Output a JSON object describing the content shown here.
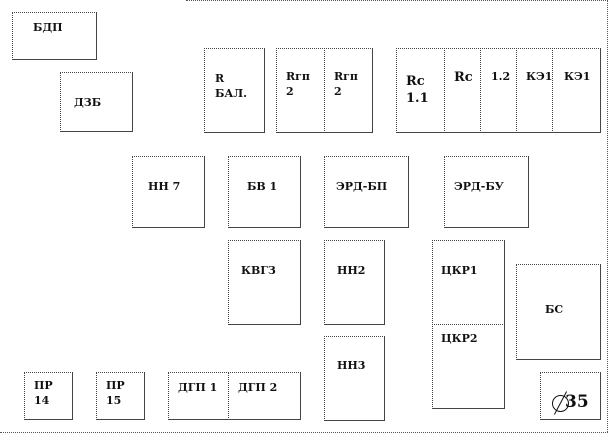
{
  "blocks": {
    "bdp": "БДП",
    "dzb": "ДЗБ",
    "r_bal": "R\nБАЛ.",
    "rgp2_a": "Rгп\n2",
    "rgp2_b": "Rгп\n2",
    "rc11": "Rc\n1.1",
    "rc": "Rc",
    "v12": "1.2",
    "ke1_a": "КЭ1",
    "ke1_b": "КЭ1",
    "nn7": "НН 7",
    "bv1": "БВ 1",
    "erd_bp": "ЭРД-БП",
    "erd_bu": "ЭРД-БУ",
    "kvgz": "КВГЗ",
    "nn2": "НН2",
    "nn3": "НН3",
    "tskr1": "ЦКР1",
    "tskr2": "ЦКР2",
    "bs": "БС",
    "pr14": "ПР\n14",
    "pr15": "ПР\n15",
    "dgp1": "ДГП 1",
    "dgp2": "ДГП 2",
    "d35": "35"
  }
}
